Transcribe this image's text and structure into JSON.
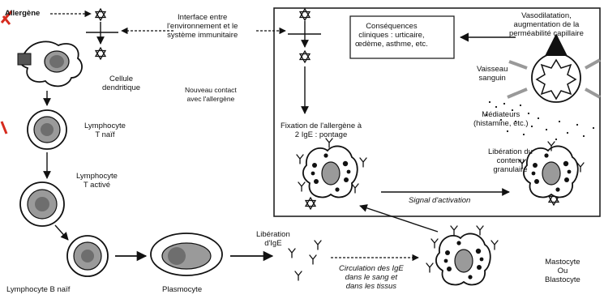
{
  "labels": {
    "allergene": "Allergène",
    "interface": "Interface entre\nl'environnement et le\nsystème immunitaire",
    "cellule_dendritique": "Cellule\ndendritique",
    "nouveau_contact": "Nouveau contact\navec l'allergène",
    "lymphocyte_t_naif": "Lymphocyte\nT naïf",
    "lymphocyte_t_active": "Lymphocyte\nT activé",
    "lymphocyte_b_naif": "Lymphocyte B naïf",
    "plasmocyte": "Plasmocyte",
    "liberation_ige": "Libération\nd'IgE",
    "circulation_ige": "Circulation des IgE\ndans le sang et\ndans les tissus",
    "mastocyte": "Mastocyte\nOu\nBlastocyte",
    "consequences": "Conséquences\ncliniques : urticaire,\nœdème, asthme, etc.",
    "vasodilatation": "Vasodilatation,\naugmentation de la\nperméabilité capillaire",
    "vaisseau": "Vaisseau\nsanguin",
    "mediateurs": "Médiateurs\n(histamine, etc.)",
    "fixation": "Fixation de l'allergène à\n2 IgE : pontage",
    "liberation_contenu": "Libération du\ncontenu\ngranulaire",
    "signal": "Signal d'activation"
  },
  "colors": {
    "ink": "#1a1a1a",
    "cell_grey": "#9a9a9a",
    "nucleus": "#6e6e6e",
    "granule": "#111111",
    "accent": "#d62b1e"
  },
  "icons": [
    "allergen-star-icon",
    "ige-y-icon",
    "mediator-dots-icon"
  ]
}
